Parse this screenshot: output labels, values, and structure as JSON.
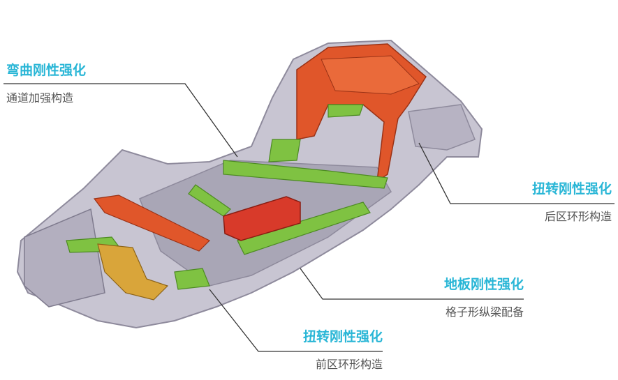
{
  "callouts": [
    {
      "title": "弯曲刚性强化",
      "subtitle": "通道加强构造"
    },
    {
      "title": "扭转刚性强化",
      "subtitle": "后区环形构造"
    },
    {
      "title": "地板刚性强化",
      "subtitle": "格子形纵梁配备"
    },
    {
      "title": "扭转刚性强化",
      "subtitle": "前区环形构造"
    }
  ],
  "colors": {
    "accent": "#29b6d6",
    "frame": "#b9b5c4",
    "green_reinforcement": "#7fc242",
    "orange_reinforcement": "#e0562a",
    "red_component": "#d83a2a",
    "yellow_component": "#d9a53a",
    "leader_line": "#333333"
  }
}
